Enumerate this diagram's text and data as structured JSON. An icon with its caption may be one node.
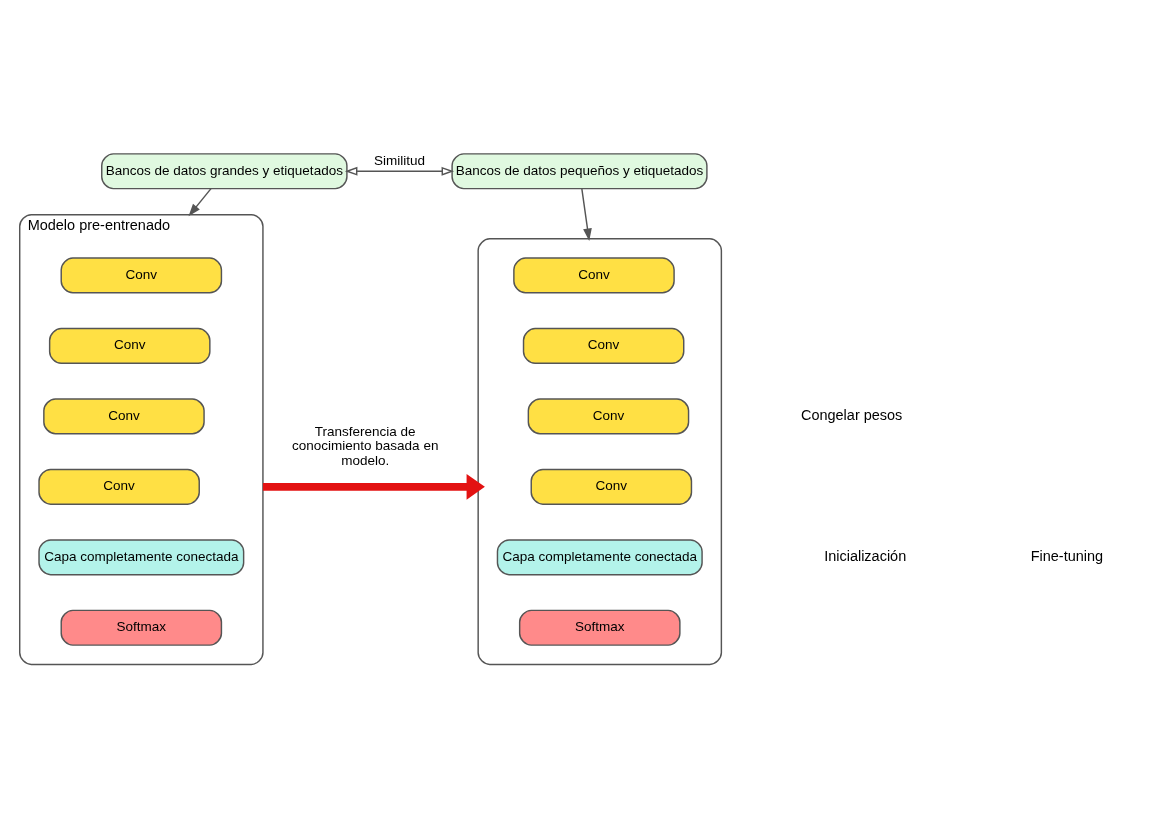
{
  "diagram": {
    "nodes": [
      {
        "text": [
          "Bancos de datos grandes y etiquetados"
        ]
      },
      {
        "text": [
          "Bancos de datos pequeños y etiquetados"
        ]
      },
      {
        "text": [
          "Modelo pre-entrenado"
        ]
      },
      {
        "text": [
          "Conv"
        ],
        "in": 2
      },
      {
        "text": [
          "Conv"
        ],
        "in": 2
      },
      {
        "text": [
          "Conv"
        ],
        "in": 2
      },
      {
        "text": [
          "Conv"
        ],
        "in": 2
      },
      {
        "text": [
          "Capa completamente conectada"
        ],
        "in": 2
      },
      {
        "text": [
          "Softmax"
        ],
        "in": 2
      },
      {
        "text": [],
        "shape": "box"
      },
      {
        "text": [
          "Conv"
        ],
        "in": 9
      },
      {
        "text": [
          "Conv"
        ],
        "in": 9
      },
      {
        "text": [
          "Conv"
        ],
        "in": 9
      },
      {
        "text": [
          "Conv"
        ],
        "in": 9
      },
      {
        "text": [
          "Capa completamente conectada"
        ],
        "in": 9
      },
      {
        "text": [
          "Softmax"
        ],
        "in": 9
      }
    ],
    "edges": [
      {
        "from": 0,
        "to": 1,
        "arrow": "both",
        "label": "Similitud"
      },
      {
        "from": 0,
        "to": 2,
        "arrow": "to"
      },
      {
        "from": 1,
        "to": 9,
        "arrow": "to"
      },
      {
        "from": 2,
        "to": 9,
        "arrow": "to",
        "label": "Transferencia de conocimiento basada en modelo.",
        "style": "thick",
        "color": "#e31212"
      }
    ],
    "labels": [
      "Inicialización",
      "Congelar pesos",
      "Fine-tuning"
    ]
  }
}
